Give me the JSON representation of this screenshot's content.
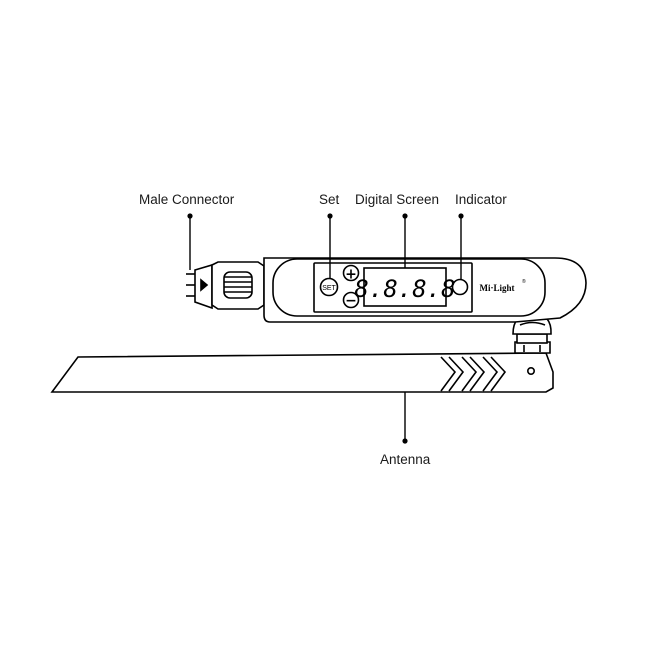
{
  "labels": {
    "male_connector": "Male Connector",
    "set": "Set",
    "digital_screen": "Digital Screen",
    "indicator": "Indicator",
    "antenna": "Antenna"
  },
  "device": {
    "set_button_text": "SET",
    "plus_symbol": "+",
    "minus_symbol": "−",
    "display_text": "8.8.8.8",
    "brand": "Mi·Light",
    "brand_mark": "®"
  },
  "colors": {
    "line": "#000000",
    "background": "#ffffff"
  }
}
